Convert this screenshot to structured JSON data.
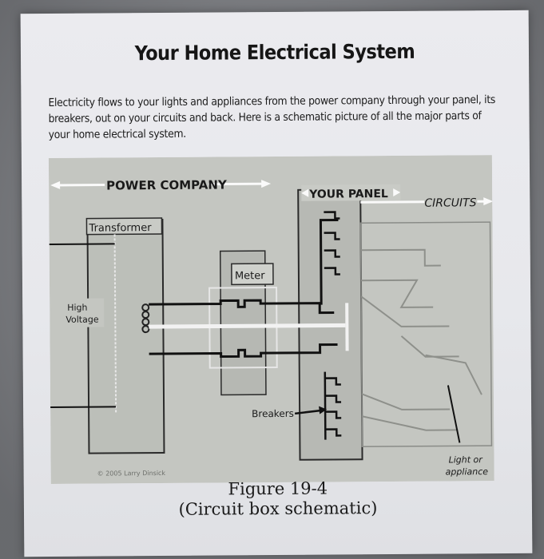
{
  "title": "Your Home Electrical System",
  "intro": "Electricity flows to your lights and appliances from the power company through your panel, its breakers, out on your circuits and back. Here is a schematic picture of all the major parts of your home electrical system.",
  "schematic": {
    "power_company": "POWER COMPANY",
    "your_panel": "YOUR PANEL",
    "circuits": "CIRCUITS",
    "transformer": "Transformer",
    "high": "High",
    "voltage": "Voltage",
    "meter": "Meter",
    "breakers": "Breakers",
    "light_or": "Light or",
    "appliance": "appliance",
    "copyright": "© 2005 Larry Dinsick"
  },
  "caption": {
    "line1": "Figure 19-4",
    "line2": "(Circuit box schematic)"
  },
  "colors": {
    "diagram_bg": "#c4c6c1",
    "panel_fill": "#b7b9b4",
    "hot_wire": "#111111",
    "neutral_wire": "#f2f2f2"
  }
}
